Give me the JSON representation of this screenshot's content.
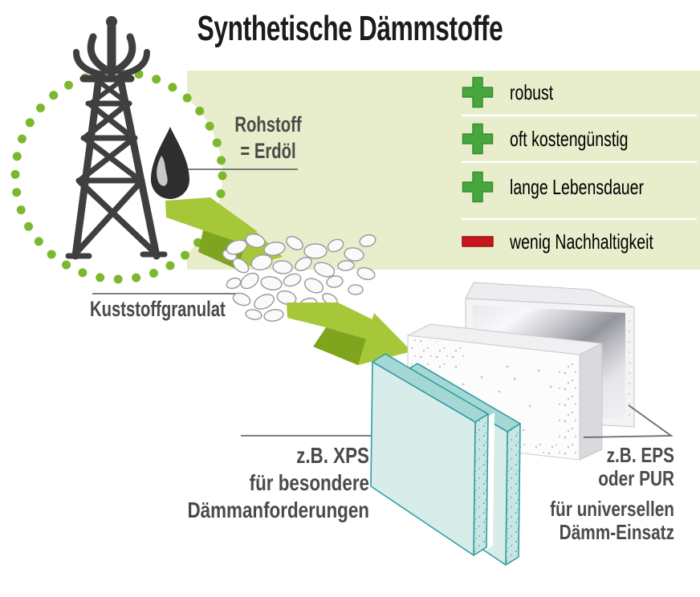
{
  "title": "Synthetische Dämmstoffe",
  "source_label": {
    "line1": "Rohstoff",
    "line2": "= Erdöl"
  },
  "granulate_label": "Kuststoffgranulat",
  "pros_cons": [
    {
      "sign": "plus",
      "label": "robust"
    },
    {
      "sign": "plus",
      "label": "oft kostengünstig"
    },
    {
      "sign": "plus",
      "label": "lange Lebensdauer"
    },
    {
      "sign": "minus",
      "label": "wenig Nachhaltigkeit"
    }
  ],
  "product_left": {
    "lines": [
      "z.B. XPS",
      "für besondere",
      "Dämmanforderungen"
    ]
  },
  "product_right": {
    "group1": [
      "z.B. EPS",
      "oder PUR"
    ],
    "group2": [
      "für universellen",
      "Dämm-Einsatz"
    ]
  },
  "colors": {
    "band_background": "#e8edcb",
    "dotted_circle_green": "#7cb82f",
    "arrow_green": "#a6c838",
    "arrow_fold_green": "#7fa51e",
    "plus_green": "#47a63d",
    "minus_red": "#c8161d",
    "xps_teal": "#2f9fa4",
    "text_gray": "#4a4a4a"
  }
}
